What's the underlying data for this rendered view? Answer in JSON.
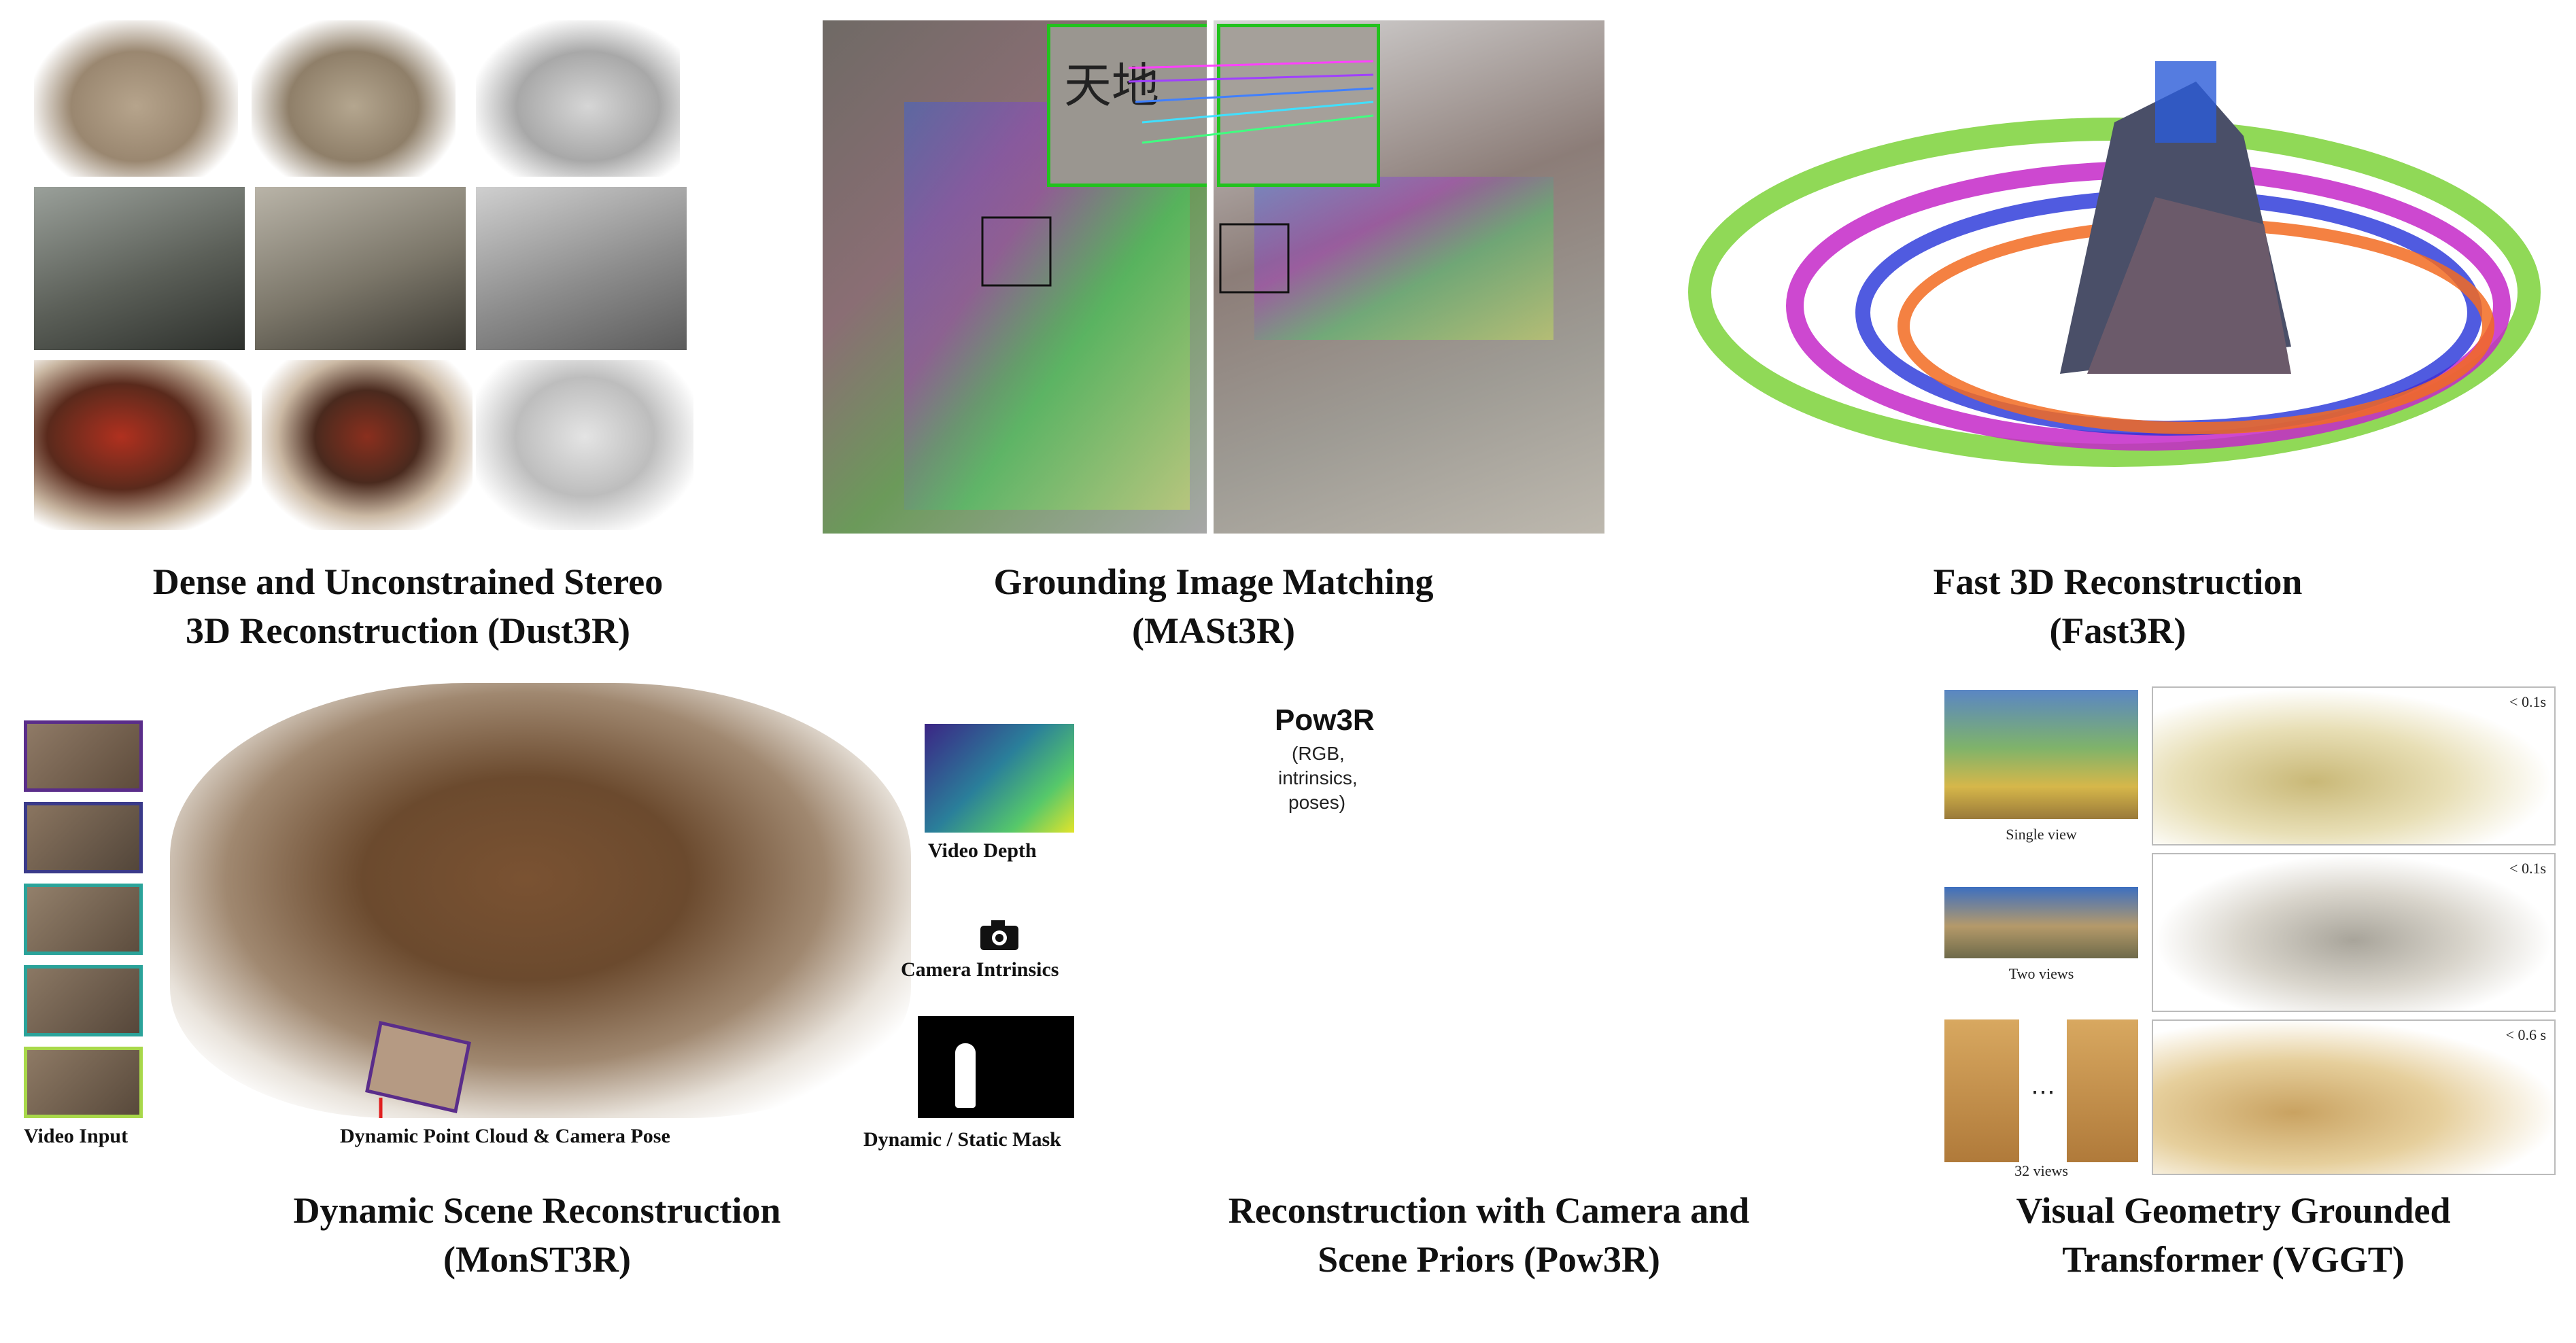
{
  "panels": {
    "dust3r": {
      "caption_line1": "Dense and Unconstrained Stereo",
      "caption_line2": "3D Reconstruction (Dust3R)"
    },
    "mast3r": {
      "caption_line1": "Grounding Image Matching",
      "caption_line2": "(MASt3R)",
      "inset_text": "天地"
    },
    "fast3r": {
      "caption_line1": "Fast 3D Reconstruction",
      "caption_line2": "(Fast3R)"
    },
    "monst3r": {
      "caption_line1": "Dynamic Scene Reconstruction",
      "caption_line2": "(MonST3R)",
      "video_input": "Video Input",
      "point_cloud": "Dynamic Point Cloud & Camera Pose",
      "video_depth": "Video Depth",
      "camera_intrinsics": "Camera Intrinsics",
      "mask": "Dynamic / Static Mask"
    },
    "pow3r": {
      "caption_line1": "Reconstruction with Camera and",
      "caption_line2": "Scene Priors (Pow3R)",
      "title": "Pow3R",
      "sub1": "(RGB,",
      "sub2": "intrinsics,",
      "sub3": "poses)"
    },
    "vggt": {
      "caption_line1": "Visual Geometry Grounded",
      "caption_line2": "Transformer (VGGT)",
      "row1_label": "Single view",
      "row1_time": "< 0.1s",
      "row2_label": "Two views",
      "row2_time": "< 0.1s",
      "row3_label": "32 views",
      "row3_time": "< 0.6 s",
      "dots": "⋯"
    }
  },
  "colors": {
    "accent_green": "#22c21e",
    "arrow_orange": "#f26b21",
    "frame_purple": "#5a2d8a",
    "frame_teal": "#2aa39a"
  }
}
